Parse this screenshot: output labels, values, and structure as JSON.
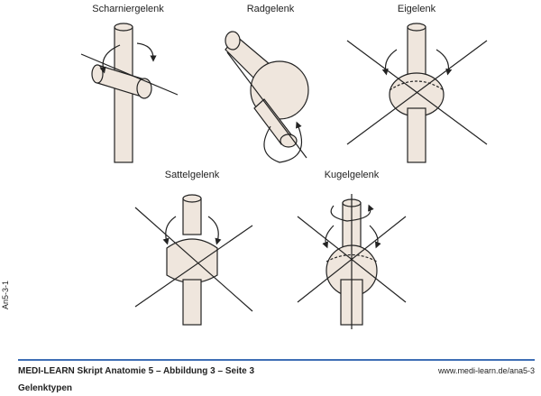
{
  "labels": {
    "hinge": "Scharniergelenk",
    "pivot": "Radgelenk",
    "ellipsoid": "Eigelenk",
    "saddle": "Sattelgelenk",
    "ball": "Kugelgelenk"
  },
  "side_code": "An5-3-1",
  "footer": {
    "title": "MEDI-LEARN Skript Anatomie 5 – Abbildung 3 – Seite 3",
    "subtitle": "Gelenktypen",
    "url": "www.medi-learn.de/ana5-3"
  },
  "colors": {
    "fill": "#efe6dd",
    "stroke": "#222222",
    "rule": "#3f6fb5"
  }
}
